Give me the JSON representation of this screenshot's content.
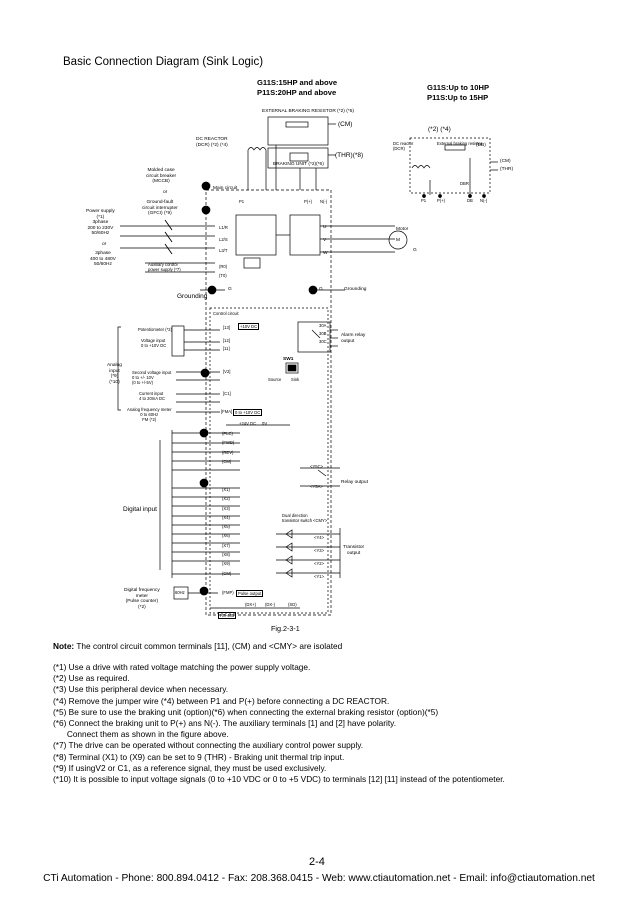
{
  "title": "Basic Connection Diagram (Sink Logic)",
  "header_mid": [
    "G11S:15HP and above",
    "P11S:20HP and above"
  ],
  "header_right": [
    "G11S:Up to 10HP",
    "P11S:Up to 15HP"
  ],
  "diagram": {
    "external_braking_resistor": "EXTERNAL BRAKING RESISTOR (*2) (*5)",
    "cm": "(CM)",
    "thr": "(THR)(*8)",
    "braking_unit": "BRAKING UNIT (*2)(*6)",
    "dc_reactor": [
      "DC REACTOR",
      "(DCR) (*2) (*4)"
    ],
    "right_top_note": "(*2) (*4)",
    "dc_reactor_small": [
      "DC reactor",
      "(DCR)"
    ],
    "ext_braking_resistor_small": "External braking resistor",
    "db_label": "(DB)",
    "cm_right": "(CM)",
    "thr_right": "(THR)",
    "dbr": "DBR",
    "p1": "P1",
    "p_plus": "P(+)",
    "db": "DB",
    "n_minus": "N(-)",
    "molded_case": [
      "Molded case",
      "circuit breaker",
      "(MCCB)"
    ],
    "or": "or",
    "gfci": [
      "Ground-fault",
      "circuit interrupter",
      "(GFCI)   (*9)"
    ],
    "power_supply": [
      "Power supply",
      "(*1)",
      "3phase",
      "200 to 230V",
      "50/60Hz"
    ],
    "or2": "or",
    "power_supply_2": [
      "3phase",
      "400 to 480V",
      "50/60Hz"
    ],
    "aux_control": [
      "Auxiliary control",
      "power supply (*7)"
    ],
    "main_circuit": "Main circuit",
    "terminals_main": [
      "L1/R",
      "L2/S",
      "L3/T",
      "(R0)",
      "(T0)"
    ],
    "terminals_out": [
      "U",
      "V",
      "W"
    ],
    "motor": "Motor",
    "m": "M",
    "g": "G",
    "grounding_left": "Grounding",
    "grounding_right": "Grounding",
    "control_circuit": "Control circuit",
    "potentiometer": "Potentiometer (*2)",
    "voltage_input": [
      "Voltage input",
      "0 to +10V DC"
    ],
    "analog_input": [
      "Analog",
      "input",
      "(*9)",
      "(*10)"
    ],
    "second_voltage": [
      "Second voltage input",
      "0 to +/- 10V",
      "(0 to +/-5V)"
    ],
    "current_input": [
      "Current input",
      "4 to 20mA DC"
    ],
    "analog_meter": [
      "Analog frequency meter",
      "0 to 60Hz",
      "FM (*2)"
    ],
    "control_terminals_top": [
      "[13]",
      "[12]",
      "[11]",
      "[V2]",
      "[C1]",
      "[FMA]"
    ],
    "supply_10v": "+10V DC",
    "sw1": "SW1",
    "source": "Source",
    "sink": "Sink",
    "fma_note": "0 to +10V DC",
    "v24": "+24V DC",
    "v0": "0V",
    "inputs_top": [
      "(PLC)",
      "(FWD)",
      "(REV)",
      "(CM)"
    ],
    "digital_input": "Digital input",
    "inputs_x": [
      "(X1)",
      "(X2)",
      "(X3)",
      "(X4)",
      "(X5)",
      "(X6)",
      "(X7)",
      "(X8)",
      "(X9)",
      "(CM)"
    ],
    "alarm_relay": [
      "Alarm relay",
      "output"
    ],
    "alarm_terms": [
      "30A",
      "30B",
      "30C"
    ],
    "relay_output": "Relay output",
    "relay_terms": [
      "<Y5C>",
      "<Y5A>"
    ],
    "dual_direction": [
      "Dual direction",
      "transistor switch"
    ],
    "cmy": "<CMY>",
    "transistor_output": [
      "Transistor",
      "output"
    ],
    "transistor_terms": [
      "<Y4>",
      "<Y3>",
      "<Y2>",
      "<Y1>"
    ],
    "digital_freq_meter": [
      "Digital frequency",
      "meter",
      "(Pulse counter)",
      "(*2)"
    ],
    "fmp": "(FMP)",
    "pulse_output": "Pulse output",
    "bottom_terms": [
      "(DX+)",
      "(DX-)",
      "(SD)"
    ],
    "rs485": "RS-485",
    "meter_hz": "60Hz"
  },
  "caption": "Fig.2-3-1",
  "note_label": "Note:",
  "note_text": " The control circuit common terminals [11], (CM) and <CMY> are isolated",
  "notes": [
    "(*1) Use a drive with rated voltage matching the power supply voltage.",
    "(*2) Use as required.",
    "(*3) Use this peripheral device when necessary.",
    "(*4) Remove the jumper wire (*4) between P1 and P(+) before connecting a DC REACTOR.",
    "(*5) Be sure to use the braking unit (option)(*6) when connecting the external braking resistor (option)(*5)",
    "(*6) Connect the braking unit to P(+) ans N(-). The auxiliary terminals [1] and [2] have polarity.",
    "      Connect them as shown in the figure above.",
    "(*7) The drive can be operated without connecting the auxiliary control power supply.",
    "(*8) Terminal (X1) to (X9) can be set to 9 (THR) - Braking unit thermal trip input.",
    "(*9) If usingV2 or C1, as a reference signal, they must be used exclusively.",
    "(*10) It is possible to input voltage signals (0 to +10 VDC or 0 to +5 VDC) to terminals [12] [11] instead of the potentiometer."
  ],
  "page_number": "2-4",
  "footer": "CTi Automation - Phone: 800.894.0412 - Fax: 208.368.0415 - Web: www.ctiautomation.net - Email: info@ctiautomation.net"
}
